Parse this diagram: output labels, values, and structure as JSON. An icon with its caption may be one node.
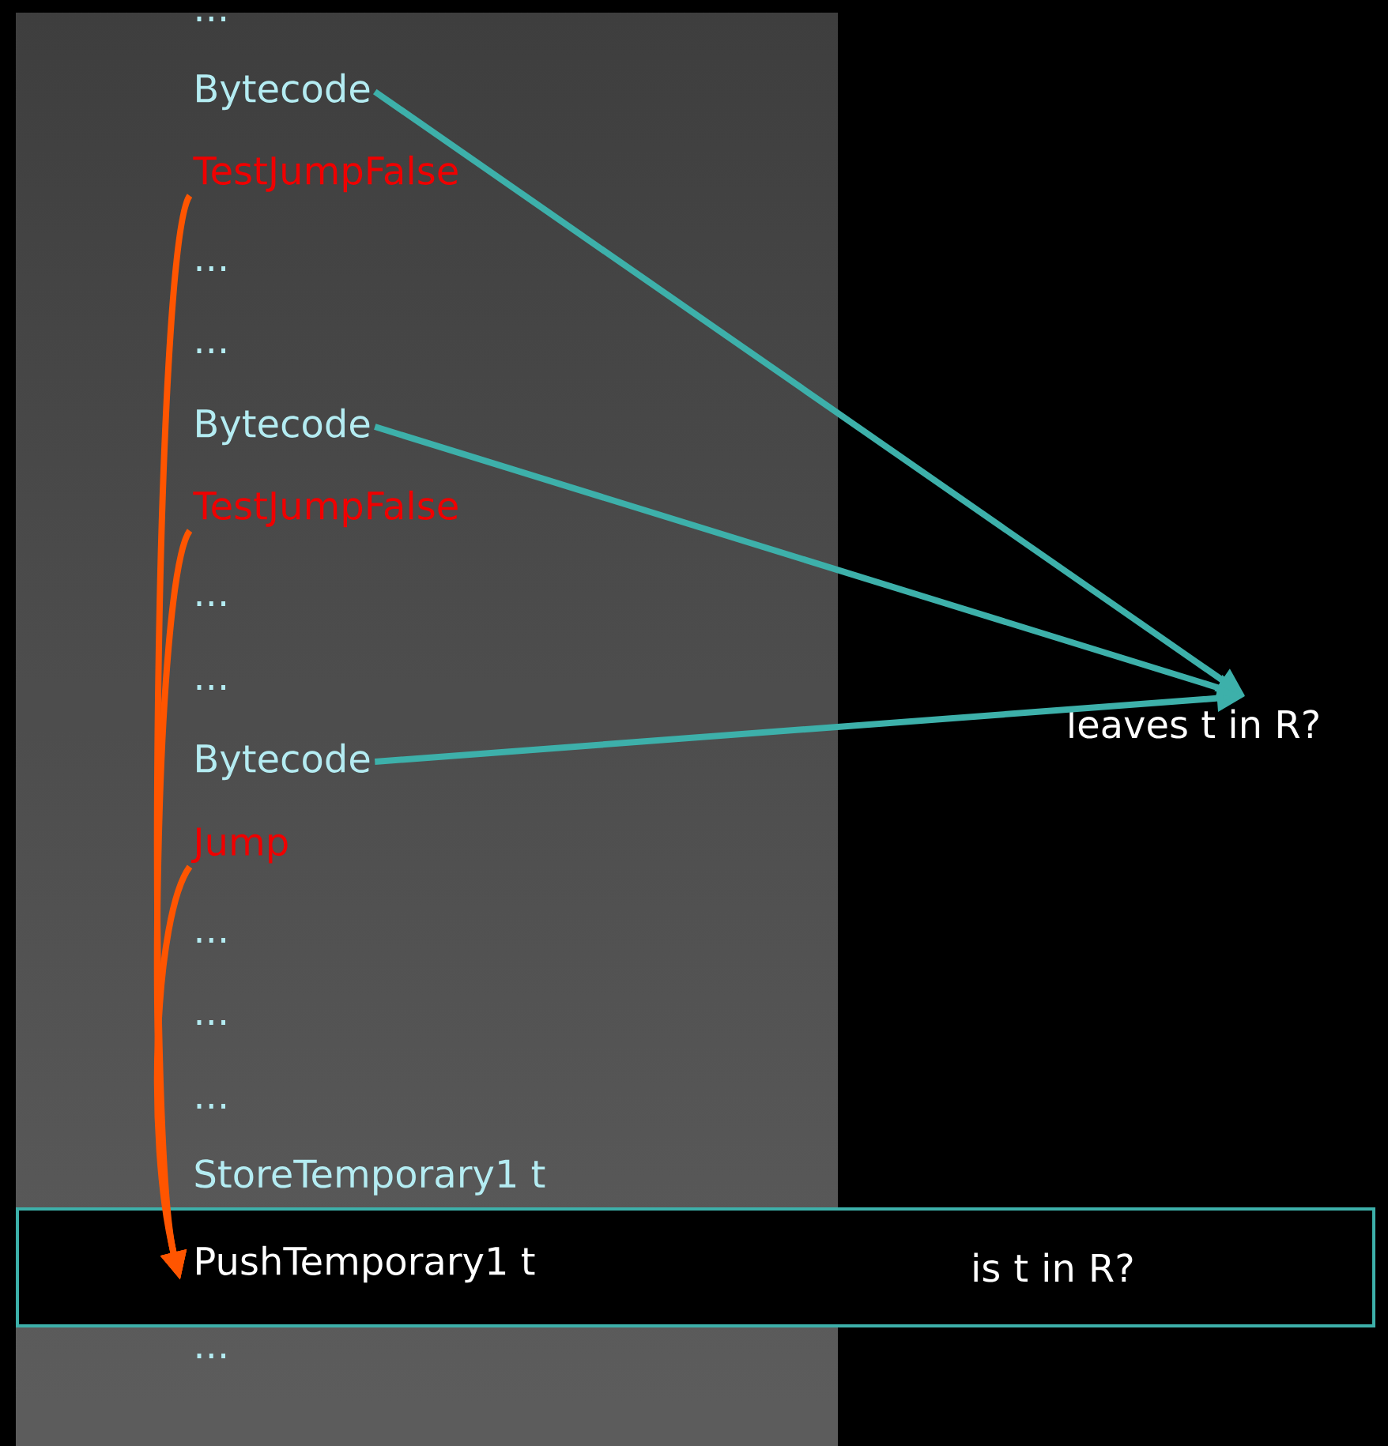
{
  "diagram": {
    "nodes": [
      {
        "text": [
          "Bytecode"
        ]
      },
      {
        "text": [
          "TestJumpFalse"
        ]
      },
      {
        "text": [
          "Bytecode"
        ]
      },
      {
        "text": [
          "TestJumpFalse"
        ]
      },
      {
        "text": [
          "leaves t in R?"
        ]
      },
      {
        "text": [
          "Bytecode"
        ]
      },
      {
        "text": [
          "Jump"
        ]
      },
      {
        "text": [
          "is t in R?"
        ]
      },
      {
        "text": [
          "PushTemporary1 t"
        ],
        "in": 7
      }
    ],
    "edges": [
      {
        "from": 0,
        "to": 4,
        "arrow": "to"
      },
      {
        "from": 1,
        "to": 8,
        "arrow": "to",
        "color": "#ff5500"
      },
      {
        "from": 2,
        "to": 4,
        "arrow": "to"
      },
      {
        "from": 3,
        "to": 8,
        "arrow": "to",
        "color": "#ff5500"
      },
      {
        "from": 5,
        "to": 4,
        "arrow": "to"
      },
      {
        "from": 6,
        "to": 8,
        "arrow": "to",
        "color": "#ff5500"
      }
    ],
    "labels": [
      "...",
      "...",
      "...",
      "...",
      "...",
      "...",
      "...",
      "...",
      "StoreTemporary1 t",
      "..."
    ]
  }
}
